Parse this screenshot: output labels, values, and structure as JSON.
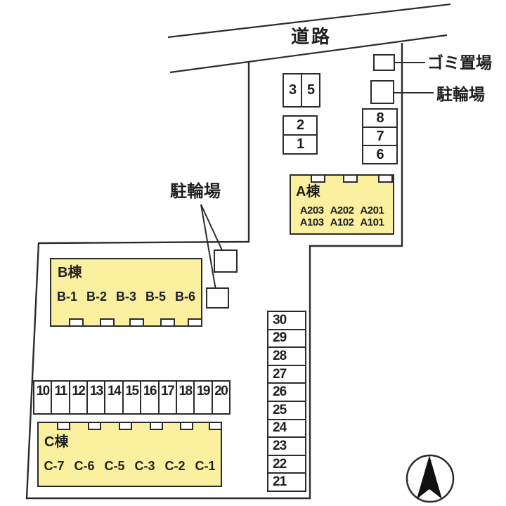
{
  "colors": {
    "line": "#2b2b2b",
    "building_fill": "#faf0a0",
    "background": "#ffffff"
  },
  "labels": {
    "road": "道路",
    "garbage_area": "ゴミ置場",
    "bicycle_parking_right": "駐輪場",
    "bicycle_parking_middle": "駐輪場"
  },
  "buildings": {
    "a": {
      "name": "A棟",
      "floor2_units": [
        "A203",
        "A202",
        "A201"
      ],
      "floor1_units": [
        "A103",
        "A102",
        "A101"
      ]
    },
    "b": {
      "name": "B棟",
      "units": [
        "B-1",
        "B-2",
        "B-3",
        "B-5",
        "B-6"
      ]
    },
    "c": {
      "name": "C棟",
      "units": [
        "C-7",
        "C-6",
        "C-5",
        "C-3",
        "C-2",
        "C-1"
      ]
    }
  },
  "parking": {
    "pair_top": [
      "3",
      "5"
    ],
    "stack_mid": [
      "2",
      "1"
    ],
    "stack_right": [
      "8",
      "7",
      "6"
    ],
    "bottom_row": [
      "10",
      "11",
      "12",
      "13",
      "14",
      "15",
      "16",
      "17",
      "18",
      "19",
      "20"
    ],
    "right_column": [
      "30",
      "29",
      "28",
      "27",
      "26",
      "25",
      "24",
      "23",
      "22",
      "21"
    ]
  }
}
